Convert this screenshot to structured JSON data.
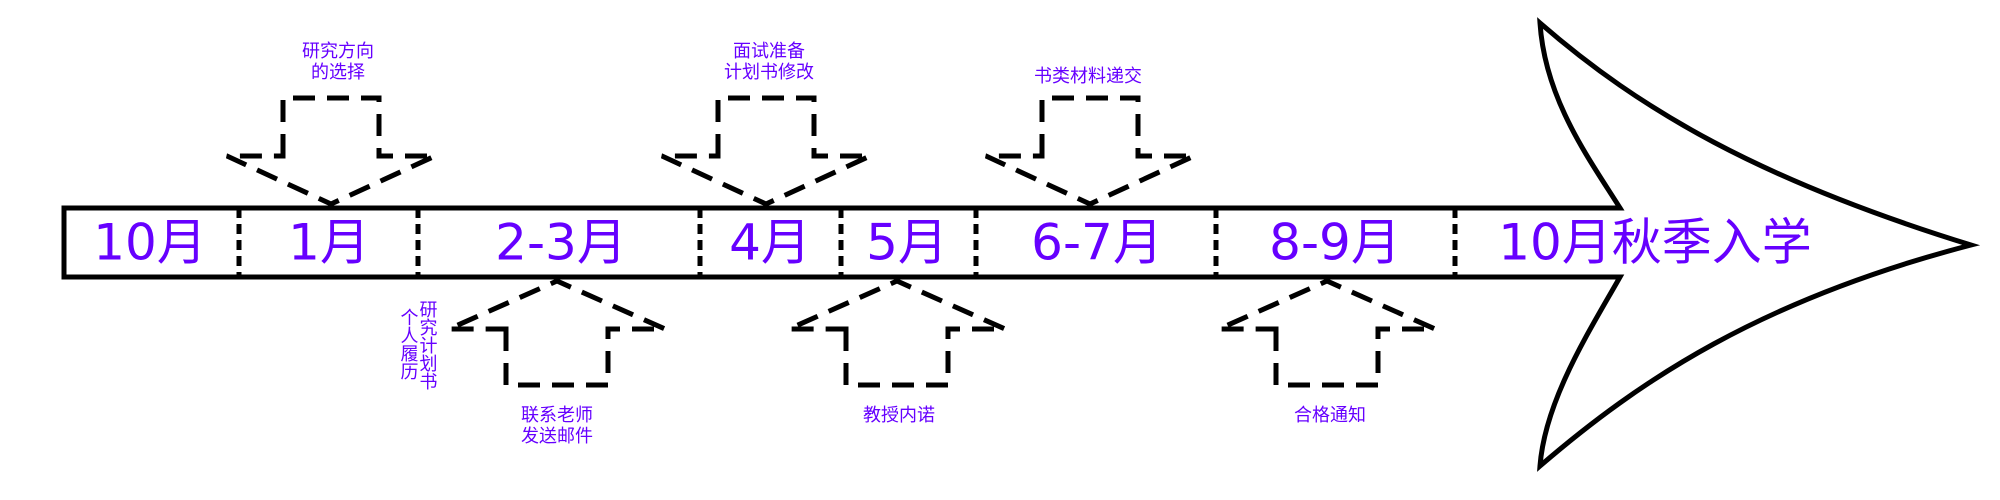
{
  "colors": {
    "text": "#6600ff",
    "stroke": "#000000"
  },
  "timeline": {
    "segments": [
      "10月",
      "1月",
      "2-3月",
      "4月",
      "5月",
      "6-7月",
      "8-9月",
      "10月秋季入学"
    ]
  },
  "top_callouts": [
    {
      "lines": [
        "研究方向",
        "的选择"
      ]
    },
    {
      "lines": [
        "面试准备",
        "计划书修改"
      ]
    },
    {
      "lines": [
        "书类材料递交"
      ]
    }
  ],
  "bottom_callouts": [
    {
      "lines": [
        "联系老师",
        "发送邮件"
      ]
    },
    {
      "lines": [
        "教授内诺"
      ]
    },
    {
      "lines": [
        "合格通知"
      ]
    }
  ],
  "vertical_note": {
    "col1": "研究计划书",
    "col2": "个人履历"
  }
}
